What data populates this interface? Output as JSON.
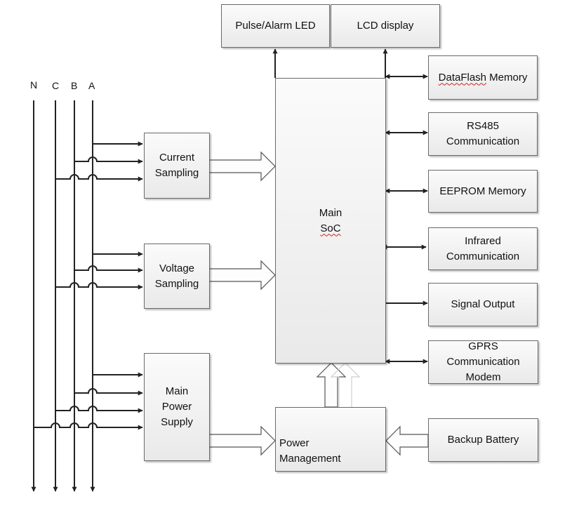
{
  "phase_labels": [
    "N",
    "C",
    "B",
    "A"
  ],
  "blocks": {
    "pulse_led": "Pulse/Alarm  LED",
    "lcd": "LCD display",
    "soc_line1": "Main",
    "soc_line2": "SoC",
    "current_sampling": "Current\nSampling",
    "voltage_sampling": "Voltage\nSampling",
    "main_power": "Main\nPower\nSupply",
    "power_mgmt": "Power\nManagement",
    "backup_battery": "Backup Battery",
    "dataflash_a": "DataFlash",
    "dataflash_b": " Memory",
    "rs485": "RS485\nCommunication",
    "eeprom": "EEPROM Memory",
    "infrared": "Infrared\nCommunication",
    "signal_output": "Signal Output",
    "gprs": "GPRS\nCommunication\nModem"
  }
}
